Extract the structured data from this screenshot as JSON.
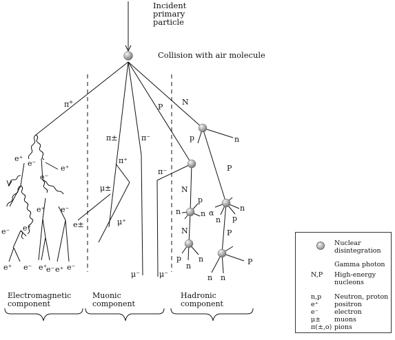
{
  "title_lines": [
    "Incident",
    "primary",
    "particle"
  ],
  "collision_label": "Collision with air molecule",
  "particles": {
    "pi0": "π°",
    "pi_pm": "π±",
    "pi_minus": "π⁻",
    "pi_plus": "π⁺",
    "mu_pm": "μ±",
    "mu_plus": "μ⁺",
    "mu_minus": "μ⁻",
    "e_plus": "e⁺",
    "e_minus": "e⁻",
    "e_pm": "e±",
    "P": "P",
    "N": "N",
    "p": "p",
    "n": "n",
    "alpha": "α"
  },
  "components": {
    "electromagnetic": [
      "Electromagnetic",
      "component"
    ],
    "muonic": [
      "Muonic",
      "component"
    ],
    "hadronic": [
      "Hadronic",
      "component"
    ]
  },
  "legend": {
    "nuclear": [
      "Nuclear",
      "disintegration"
    ],
    "gamma": "Gamma photon",
    "np_symbol": "N,P",
    "np_desc": [
      "High-energy",
      "nucleons"
    ],
    "np_small_symbol": "n,p",
    "np_small_desc": "Neutron, proton",
    "positron_symbol": "e⁺",
    "positron": "positron",
    "electron_symbol": "e⁻",
    "electron": "electron",
    "muon_symbol": "μ±",
    "muons": "muons",
    "pion_symbol": "π(±,o)",
    "pions": "pions"
  }
}
